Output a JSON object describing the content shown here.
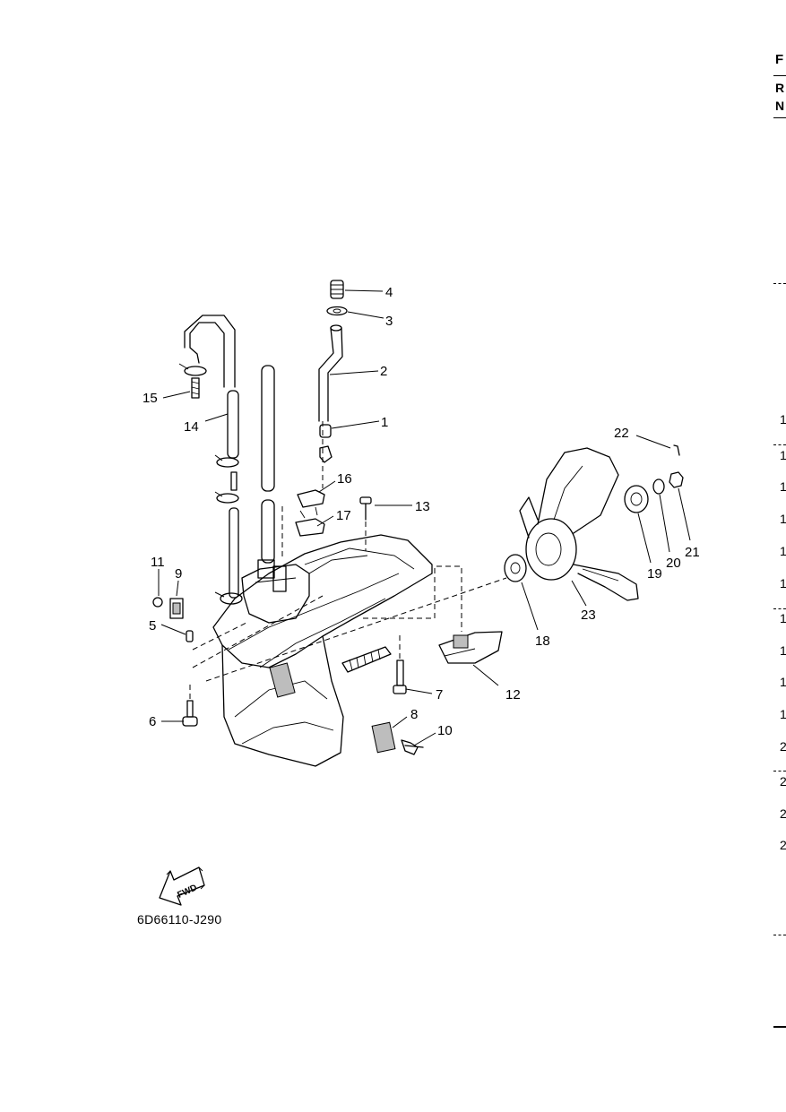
{
  "diagram": {
    "drawing_code": "6D66110-J290",
    "fwd_label": "FWD",
    "callouts": [
      "1",
      "2",
      "3",
      "4",
      "5",
      "6",
      "7",
      "8",
      "9",
      "10",
      "11",
      "12",
      "13",
      "14",
      "15",
      "16",
      "17",
      "18",
      "19",
      "20",
      "21",
      "22",
      "23"
    ]
  },
  "edge_fragments": {
    "header": [
      "F",
      "R",
      "N"
    ],
    "column": [
      "1",
      "1",
      "1",
      "1",
      "1",
      "1",
      "1",
      "1",
      "1",
      "1",
      "2",
      "2",
      "2",
      "2"
    ]
  }
}
